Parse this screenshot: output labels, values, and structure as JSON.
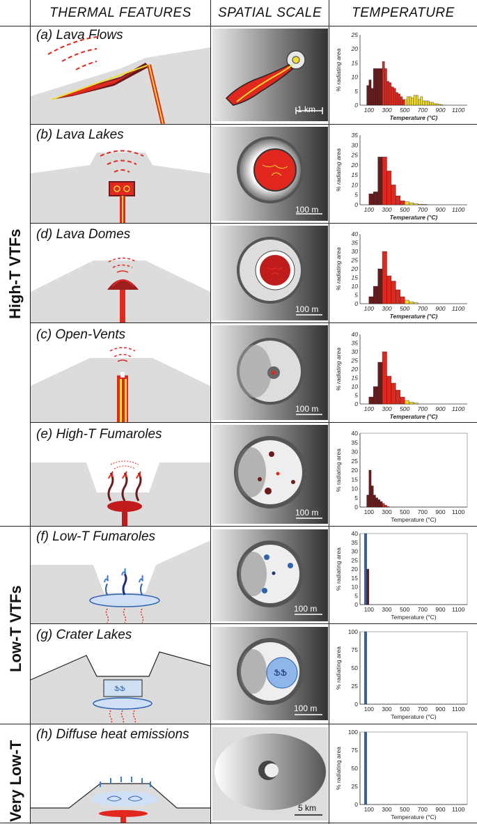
{
  "headers": {
    "features": "THERMAL FEATURES",
    "scale": "SPATIAL SCALE",
    "temperature": "TEMPERATURE"
  },
  "groups": [
    {
      "label": "High-T VTFs"
    },
    {
      "label": "Low-T VTFs"
    },
    {
      "label": "Very Low-T"
    }
  ],
  "rows": [
    {
      "title": "(a) Lava Flows",
      "scale_bar": "1 km"
    },
    {
      "title": "(b) Lava Lakes",
      "scale_bar": "100 m"
    },
    {
      "title": "(d) Lava Domes",
      "scale_bar": "100 m"
    },
    {
      "title": "(c) Open-Vents",
      "scale_bar": "100 m"
    },
    {
      "title": "(e) High-T Fumaroles",
      "scale_bar": "100 m"
    },
    {
      "title": "(f) Low-T Fumaroles",
      "scale_bar": "100 m"
    },
    {
      "title": "(g) Crater Lakes",
      "scale_bar": "100 m"
    },
    {
      "title": "(h) Diffuse heat emissions",
      "scale_bar": "5 km"
    }
  ],
  "colors": {
    "very_low": "#2f62b0",
    "low": "#6b1b1b",
    "mid": "#e2281e",
    "high": "#f2dc2c",
    "frame": "#222222"
  },
  "chart_data": [
    {
      "type": "bar",
      "title": "",
      "xlabel": "Temperature (°C)",
      "ylabel": "% radiating area",
      "ylim": [
        0,
        25
      ],
      "yticks": [
        "0",
        "5",
        "10",
        "15",
        "20",
        "25"
      ],
      "xticks": [
        "100",
        "300",
        "500",
        "700",
        "900",
        "1100"
      ],
      "italic": true,
      "bins": [
        75,
        100,
        125,
        150,
        175,
        200,
        225,
        250,
        275,
        300,
        325,
        350,
        375,
        400,
        425,
        450,
        475,
        500,
        525,
        550,
        575,
        600,
        625,
        650,
        675,
        700,
        725,
        750,
        775,
        800,
        825,
        850,
        875,
        900,
        925,
        950,
        975,
        1000,
        1025,
        1050
      ],
      "values": [
        7,
        9,
        6,
        13,
        13,
        13,
        13,
        15.5,
        13,
        8.5,
        8,
        6.5,
        6,
        4.5,
        4,
        3,
        2,
        2,
        3,
        3,
        2.5,
        3.5,
        3.5,
        2,
        3,
        1.5,
        1.5,
        1.5,
        1,
        1,
        0.5,
        0.5,
        0.3,
        0.2,
        0,
        0,
        0,
        0,
        0,
        0
      ]
    },
    {
      "type": "bar",
      "title": "",
      "xlabel": "Temperature (°C)",
      "ylabel": "% radiating area",
      "ylim": [
        0,
        35
      ],
      "yticks": [
        "0",
        "5",
        "10",
        "15",
        "20",
        "25",
        "30",
        "35"
      ],
      "xticks": [
        "100",
        "300",
        "500",
        "700",
        "900",
        "1100"
      ],
      "italic": true,
      "bins": [
        100,
        150,
        200,
        250,
        300,
        350,
        400,
        450,
        500,
        550,
        600,
        650,
        700
      ],
      "values": [
        5.5,
        6.5,
        24,
        24,
        17,
        10,
        4.5,
        2,
        1.5,
        1,
        0.5,
        0.3,
        0.2
      ]
    },
    {
      "type": "bar",
      "title": "",
      "xlabel": "Temperature (°C)",
      "ylabel": "% radiating area",
      "ylim": [
        0,
        40
      ],
      "yticks": [
        "0",
        "5",
        "10",
        "15",
        "20",
        "25",
        "30",
        "35",
        "40"
      ],
      "xticks": [
        "100",
        "300",
        "500",
        "700",
        "900",
        "1100"
      ],
      "italic": true,
      "bins": [
        100,
        150,
        200,
        250,
        300,
        350,
        400,
        450,
        500,
        550,
        600
      ],
      "values": [
        4,
        10,
        20,
        30,
        16,
        13,
        8,
        4,
        2,
        1,
        0.5
      ]
    },
    {
      "type": "bar",
      "title": "",
      "xlabel": "Temperature (°C)",
      "ylabel": "% radiating area",
      "ylim": [
        0,
        40
      ],
      "yticks": [
        "0",
        "5",
        "10",
        "15",
        "20",
        "25",
        "30",
        "35",
        "40"
      ],
      "xticks": [
        "100",
        "300",
        "500",
        "700",
        "900",
        "1100"
      ],
      "italic": true,
      "bins": [
        100,
        150,
        200,
        250,
        300,
        350,
        400,
        450,
        500,
        550,
        600
      ],
      "values": [
        4,
        10,
        24,
        30,
        16,
        12,
        8,
        4,
        2,
        1,
        0.5
      ]
    },
    {
      "type": "bar",
      "title": "",
      "xlabel": "Temperature (°C)",
      "ylabel": "% radiating area",
      "ylim": [
        0,
        40
      ],
      "yticks": [
        "0",
        "5",
        "10",
        "15",
        "20",
        "25",
        "30",
        "35",
        "40"
      ],
      "xticks": [
        "100",
        "300",
        "500",
        "700",
        "900",
        "1100"
      ],
      "italic": false,
      "bins": [
        75,
        100,
        125,
        150,
        175,
        200,
        225,
        250,
        275,
        300
      ],
      "values": [
        6.5,
        20,
        11.5,
        6.5,
        5,
        4,
        3,
        2,
        1,
        0.3
      ]
    },
    {
      "type": "bar",
      "title": "",
      "xlabel": "Temperature (°C)",
      "ylabel": "% radiating area",
      "ylim": [
        0,
        40
      ],
      "yticks": [
        "0",
        "5",
        "10",
        "15",
        "20",
        "25",
        "30",
        "35",
        "40"
      ],
      "xticks": [
        "100",
        "300",
        "500",
        "700",
        "900",
        "1100"
      ],
      "italic": false,
      "bins": [
        50,
        75
      ],
      "values": [
        40,
        20
      ]
    },
    {
      "type": "bar",
      "title": "",
      "xlabel": "Temperature (°C)",
      "ylabel": "% radiating area",
      "ylim": [
        0,
        100
      ],
      "yticks": [
        "0",
        "25",
        "50",
        "75",
        "100"
      ],
      "xticks": [
        "100",
        "300",
        "500",
        "700",
        "900",
        "1100"
      ],
      "italic": false,
      "bins": [
        50
      ],
      "values": [
        100
      ]
    },
    {
      "type": "bar",
      "title": "",
      "xlabel": "Temperature (°C)",
      "ylabel": "% radiating area",
      "ylim": [
        0,
        100
      ],
      "yticks": [
        "0",
        "25",
        "50",
        "75",
        "100"
      ],
      "xticks": [
        "100",
        "300",
        "500",
        "700",
        "900",
        "1100"
      ],
      "italic": false,
      "bins": [
        50
      ],
      "values": [
        100
      ]
    }
  ]
}
